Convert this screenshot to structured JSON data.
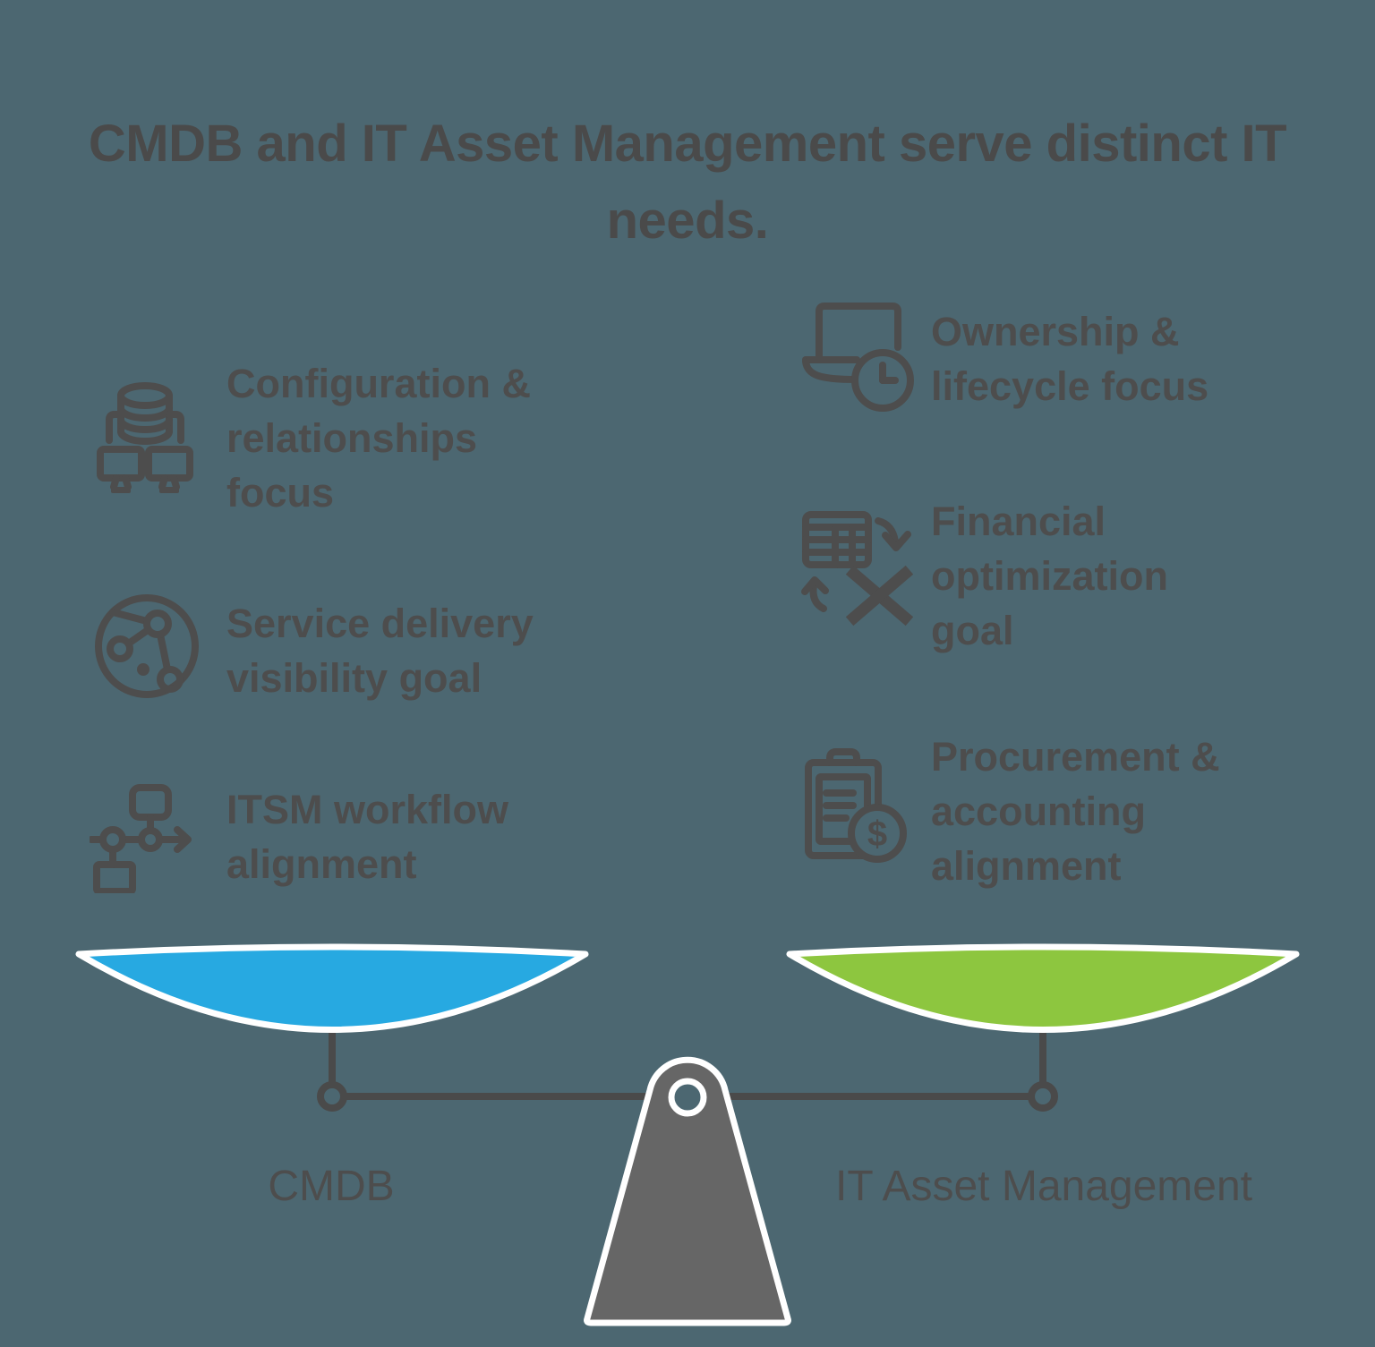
{
  "title": "CMDB and IT Asset Management serve distinct IT needs.",
  "background_color": "#4c6771",
  "text_color": "#4d4d4d",
  "left_items": [
    {
      "icon": "database-network-icon",
      "lines": [
        "Configuration &",
        "relationships",
        "focus"
      ]
    },
    {
      "icon": "service-network-globe-icon",
      "lines": [
        "Service delivery",
        "visibility goal"
      ]
    },
    {
      "icon": "workflow-diagram-icon",
      "lines": [
        "ITSM workflow",
        "alignment"
      ]
    }
  ],
  "right_items": [
    {
      "icon": "laptop-clock-icon",
      "lines": [
        "Ownership &",
        "lifecycle focus"
      ]
    },
    {
      "icon": "spreadsheet-conversion-icon",
      "lines": [
        "Financial",
        "optimization",
        "goal"
      ]
    },
    {
      "icon": "clipboard-dollar-icon",
      "lines": [
        "Procurement &",
        "accounting",
        "alignment"
      ]
    }
  ],
  "scale": {
    "left_pan_label": "CMDB",
    "right_pan_label": "IT Asset Management",
    "left_pan_color": "#27a9e1",
    "right_pan_color": "#8dc63f",
    "pedestal_color": "#666666",
    "beam_color": "#4a4a4a",
    "outline_color": "#ffffff"
  },
  "icon_glyphs": {
    "dollar": "$"
  }
}
